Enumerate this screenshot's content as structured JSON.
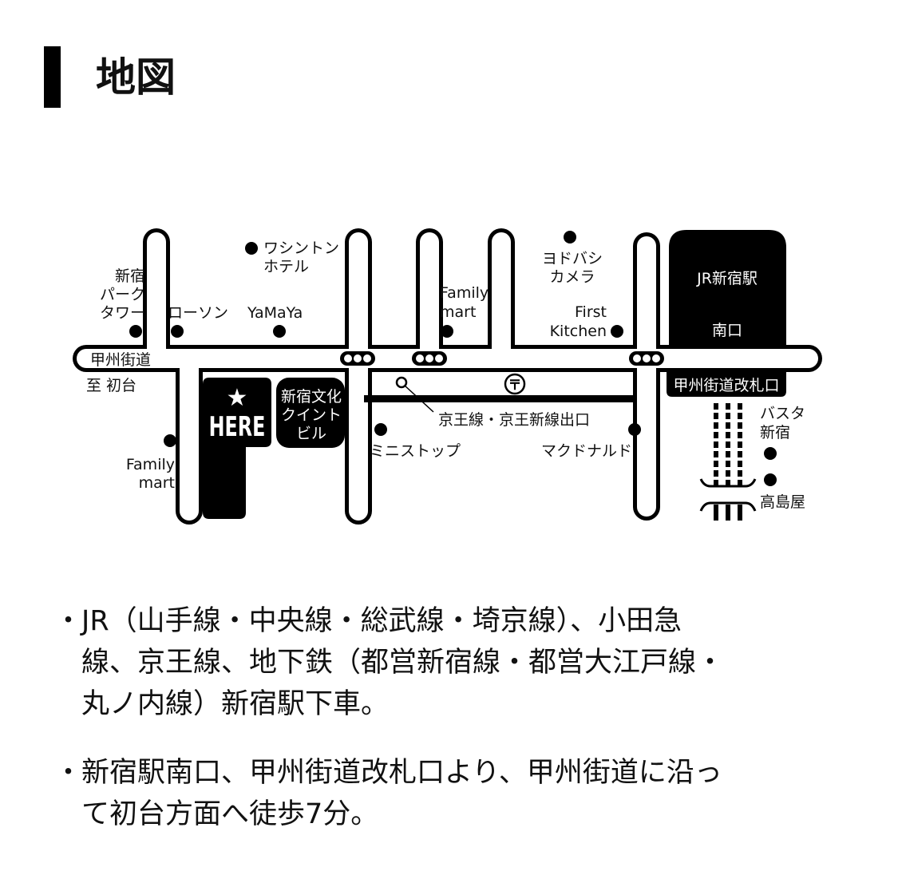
{
  "title": "地図",
  "map": {
    "main_road": "甲州街道",
    "to_hatsudai": "至 初台",
    "here": "HERE",
    "shinjuku_park_tower": [
      "新宿",
      "パーク",
      "タワー"
    ],
    "lawson": "ローソン",
    "washington_hotel": [
      "ワシントン",
      "ホテル"
    ],
    "yamaya": "YaMaYa",
    "familymart_north": [
      "Family",
      "mart"
    ],
    "yodobashi": [
      "ヨドバシ",
      "カメラ"
    ],
    "first_kitchen": [
      "First",
      "Kitchen"
    ],
    "jr_station": "JR新宿駅",
    "south_exit": "南口",
    "koshu_gate": "甲州街道改札口",
    "bunka_quint": [
      "新宿文化",
      "クイント",
      "ビル"
    ],
    "keio_exit": "京王線・京王新線出口",
    "ministop": "ミニストップ",
    "mcdonalds": "マクドナルド",
    "familymart_south": [
      "Family",
      "mart"
    ],
    "busta": [
      "バスタ",
      "新宿"
    ],
    "takashimaya": "高島屋",
    "post_office_icon": "〒"
  },
  "access": [
    {
      "bullet": "・",
      "lines": [
        "JR（山手線・中央線・総武線・埼京線）、小田急",
        "線、京王線、地下鉄（都営新宿線・都営大江戸線・",
        "丸ノ内線）新宿駅下車。"
      ]
    },
    {
      "bullet": "・",
      "lines": [
        "新宿駅南口、甲州街道改札口より、甲州街道に沿っ",
        "て初台方面へ徒歩7分。"
      ]
    }
  ]
}
